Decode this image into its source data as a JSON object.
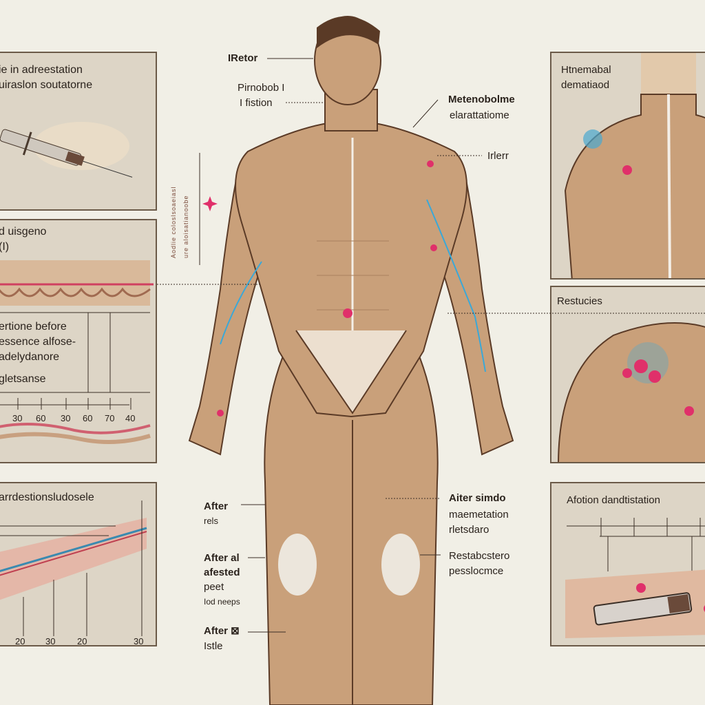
{
  "center_labels": {
    "top": "IRetor",
    "neck_1": "Pirnobob I",
    "neck_2": "I fistion",
    "shoulder_1": "Metenobolme",
    "shoulder_2": "elarattatiome",
    "chest": "Irlerr",
    "vertical_1": "Aodlie coloslsoaeiasl",
    "vertical_2": "ure aloisatianoobe",
    "thigh_left_1": "After",
    "thigh_left_2": "rels",
    "knee_left_1": "After al",
    "knee_left_2": "afested",
    "knee_left_3": "peet",
    "knee_left_4": "Iod neeps",
    "shin_left_1": "After ⊠",
    "shin_left_2": "Istle",
    "thigh_right_1": "Aiter simdo",
    "thigh_right_2": "maemetation",
    "thigh_right_3": "rletsdaro",
    "knee_right_1": "Restabcstero",
    "knee_right_2": "pesslocmce"
  },
  "left_panels": [
    {
      "title_1": "ie in adreestation",
      "title_2": "uiraslon soutatorne"
    },
    {
      "title_1": "d uisgeno",
      "title_2": "(I)",
      "body": [
        "ertione before",
        "essence alfose-",
        "adelydanore",
        "gletsanse"
      ],
      "ticks": [
        "30",
        "60",
        "30",
        "60",
        "70",
        "40"
      ]
    },
    {
      "title_1": "arrdestionsludosele",
      "ticks": [
        "20",
        "30",
        "20",
        "30"
      ]
    }
  ],
  "right_panels": [
    {
      "title_1": "Htnemabal",
      "title_2": "dematiaod"
    },
    {
      "title_1": "Restucies"
    },
    {
      "title_1": "Afotion dandtistation"
    }
  ],
  "colors": {
    "skin": "#c9a07a",
    "outline": "#5a3a26",
    "panel": "#ddd5c6",
    "accent_pink": "#e0306a",
    "accent_blue": "#3aa8d8"
  }
}
